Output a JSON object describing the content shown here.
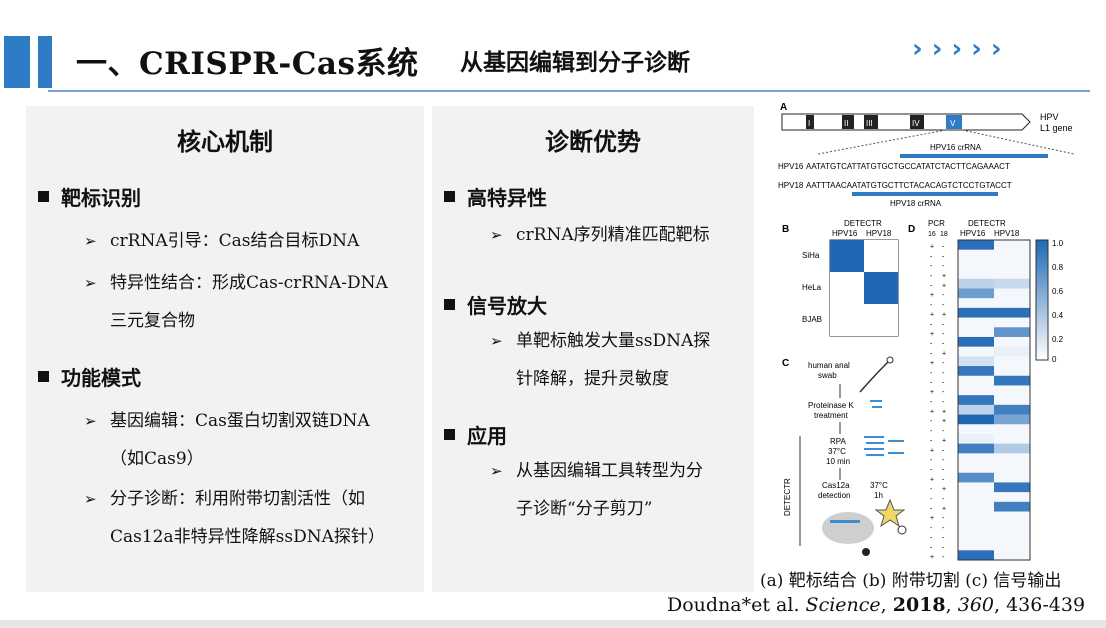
{
  "header": {
    "title": "一、CRISPR-Cas系统",
    "subtitle": "从基因编辑到分子诊断",
    "accent_color": "#2f7cc6",
    "chevron": "›"
  },
  "left_panel": {
    "title": "核心机制",
    "sections": [
      {
        "heading": "靶标识别",
        "items": [
          [
            "crRNA引导：Cas结合目标DNA"
          ],
          [
            "特异性结合：形成Cas-crRNA-DNA",
            "三元复合物"
          ]
        ]
      },
      {
        "heading": "功能模式",
        "items": [
          [
            "基因编辑：Cas蛋白切割双链DNA",
            "（如Cas9）"
          ],
          [
            "分子诊断：利用附带切割活性（如",
            "Cas12a非特异性降解ssDNA探针）"
          ]
        ]
      }
    ]
  },
  "right_panel": {
    "title": "诊断优势",
    "sections": [
      {
        "heading": "高特异性",
        "items": [
          [
            "crRNA序列精准匹配靶标"
          ]
        ]
      },
      {
        "heading": "信号放大",
        "items": [
          [
            "单靶标触发大量ssDNA探",
            "针降解，提升灵敏度"
          ]
        ]
      },
      {
        "heading": "应用",
        "items": [
          [
            "从基因编辑工具转型为分",
            "子诊断“分子剪刀”"
          ]
        ]
      }
    ]
  },
  "figure": {
    "panel_a": {
      "label": "A",
      "exons": [
        "I",
        "II",
        "III",
        "IV",
        "V"
      ],
      "gene_label_1": "HPV",
      "gene_label_2": "L1 gene",
      "crna16": "HPV16 crRNA",
      "crna18": "HPV18 crRNA",
      "seq16_name": "HPV16",
      "seq18_name": "HPV18",
      "seq16": "AATATGTCATTATGTGCTGCCATATCTACTTCAGAAACT",
      "seq18": "AATTTAACAATATGTGCTTCTACACAGTCTCCTGTACCT"
    },
    "panel_b": {
      "label": "B",
      "method": "DETECTR",
      "cols": [
        "HPV16",
        "HPV18"
      ],
      "rows": [
        "SiHa",
        "HeLa",
        "BJAB"
      ],
      "values": [
        [
          1,
          0
        ],
        [
          0,
          1
        ],
        [
          0,
          0
        ]
      ]
    },
    "panel_c": {
      "label": "C",
      "steps": [
        "human anal",
        "swab",
        "Proteinase K",
        "treatment",
        "RPA",
        "37°C",
        "10 min",
        "Cas12a",
        "detection",
        "37°C",
        "1h"
      ],
      "side_label": "DETECTR"
    },
    "panel_d": {
      "label": "D",
      "pcr_label": "PCR",
      "method": "DETECTR",
      "pcr_cols": [
        "16",
        "18"
      ],
      "cols": [
        "HPV16",
        "HPV18"
      ],
      "pcr_16": [
        "+",
        "-",
        "-",
        "-",
        "-",
        "+",
        "-",
        "+",
        "-",
        "+",
        "-",
        "-",
        "+",
        "-",
        "-",
        "+",
        "-",
        "+",
        "-",
        "-",
        "-",
        "+",
        "-",
        "-",
        "+",
        "-",
        "-",
        "-",
        "+",
        "-",
        "-",
        "-",
        "+"
      ],
      "pcr_18": [
        "-",
        "-",
        "-",
        "+",
        "+",
        "-",
        "-",
        "+",
        "-",
        "-",
        "-",
        "+",
        "-",
        "-",
        "-",
        "-",
        "-",
        "+",
        "+",
        "-",
        "+",
        "-",
        "-",
        "-",
        "-",
        "+",
        "-",
        "+",
        "-",
        "-",
        "-",
        "-",
        "-"
      ],
      "heat_16": [
        0.95,
        0.05,
        0.05,
        0.05,
        0.3,
        0.65,
        0.05,
        0.95,
        0.05,
        0.05,
        0.95,
        0.05,
        0.2,
        0.9,
        0.05,
        0.05,
        0.9,
        0.3,
        1.0,
        0.05,
        0.1,
        0.85,
        0.05,
        0.05,
        0.75,
        0.05,
        0.05,
        0.05,
        0.05,
        0.05,
        0.05,
        0.05,
        0.95
      ],
      "heat_18": [
        0.05,
        0.05,
        0.05,
        0.05,
        0.25,
        0.05,
        0.05,
        0.95,
        0.05,
        0.7,
        0.05,
        0.1,
        0.05,
        0.05,
        0.9,
        0.05,
        0.05,
        0.85,
        0.6,
        0.05,
        0.05,
        0.35,
        0.05,
        0.05,
        0.05,
        0.9,
        0.05,
        0.85,
        0.05,
        0.05,
        0.05,
        0.05,
        0.05
      ],
      "scale_ticks": [
        "1.0",
        "0.8",
        "0.6",
        "0.4",
        "0.2",
        "0"
      ]
    },
    "caption": "(a) 靶标结合 (b) 附带切割 (c) 信号输出"
  },
  "citation": {
    "authors": "Doudna*et al. ",
    "journal": "Science",
    "sep1": ", ",
    "year": "2018",
    "sep2": ", ",
    "volume": "360",
    "pages": ", 436-439"
  }
}
